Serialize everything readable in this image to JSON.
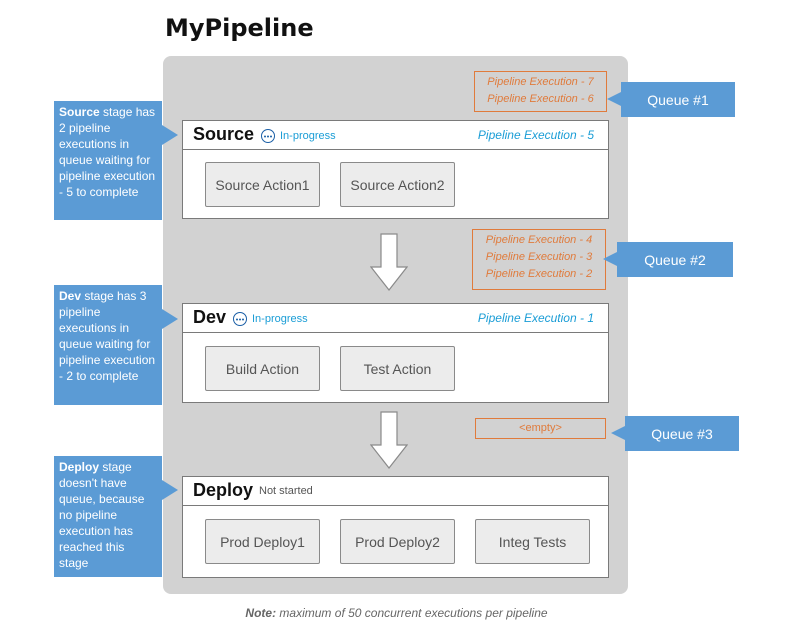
{
  "title": "MyPipeline",
  "stages": [
    {
      "name": "Source",
      "status": "In-progress",
      "execution": "Pipeline Execution  - 5",
      "actions": [
        "Source Action1",
        "Source Action2"
      ]
    },
    {
      "name": "Dev",
      "status": "In-progress",
      "execution": "Pipeline Execution  - 1",
      "actions": [
        "Build Action",
        "Test Action"
      ]
    },
    {
      "name": "Deploy",
      "status": "Not started",
      "execution": "",
      "actions": [
        "Prod Deploy1",
        "Prod Deploy2",
        "Integ Tests"
      ]
    }
  ],
  "queues": [
    {
      "label": "Queue #1",
      "items": [
        "Pipeline Execution - 7",
        "Pipeline Execution - 6"
      ]
    },
    {
      "label": "Queue #2",
      "items": [
        "Pipeline Execution - 4",
        "Pipeline Execution - 3",
        "Pipeline Execution - 2"
      ]
    },
    {
      "label": "Queue #3",
      "items": [
        "<empty>"
      ]
    }
  ],
  "callouts": [
    {
      "bold": "Source",
      "text": " stage has 2 pipeline executions in queue waiting for pipeline execution - 5 to complete"
    },
    {
      "bold": "Dev",
      "text": " stage has 3 pipeline executions in queue waiting for pipeline execution - 2 to complete"
    },
    {
      "bold": "Deploy",
      "text": " stage doesn't have queue, because no pipeline execution has reached this stage"
    }
  ],
  "note": {
    "label": "Note:",
    "text": " maximum of 50 concurrent executions  per pipeline"
  },
  "colors": {
    "accent_blue": "#1a9dd6",
    "queue_orange": "#e07b3c",
    "callout_blue": "#5b9bd5",
    "pipeline_bg": "#d2d2d2"
  },
  "icons": {
    "status_in_progress": "ellipsis-circle-icon",
    "stage_transition": "down-arrow-icon"
  }
}
